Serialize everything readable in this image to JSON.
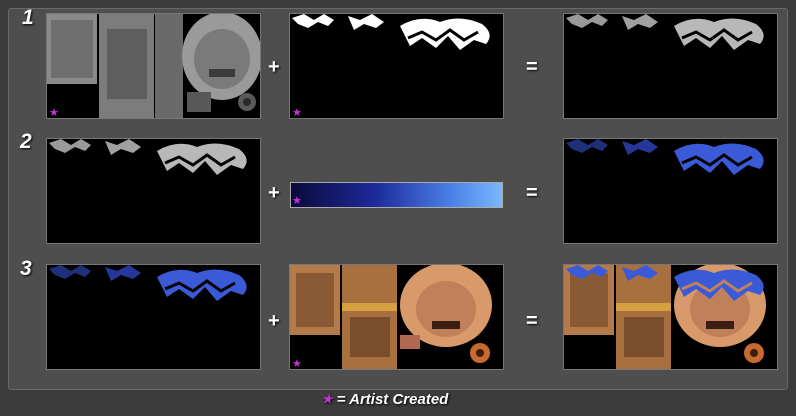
{
  "rows": [
    "1",
    "2",
    "3"
  ],
  "operators": {
    "plus": "+",
    "equals": "="
  },
  "legend": {
    "star": "★",
    "text": "= Artist Created"
  },
  "colors": {
    "star": "#c632d8",
    "gradient_start": "#0a0a3a",
    "gradient_end": "#7ab8ff",
    "tint": "#3a5ad8"
  }
}
